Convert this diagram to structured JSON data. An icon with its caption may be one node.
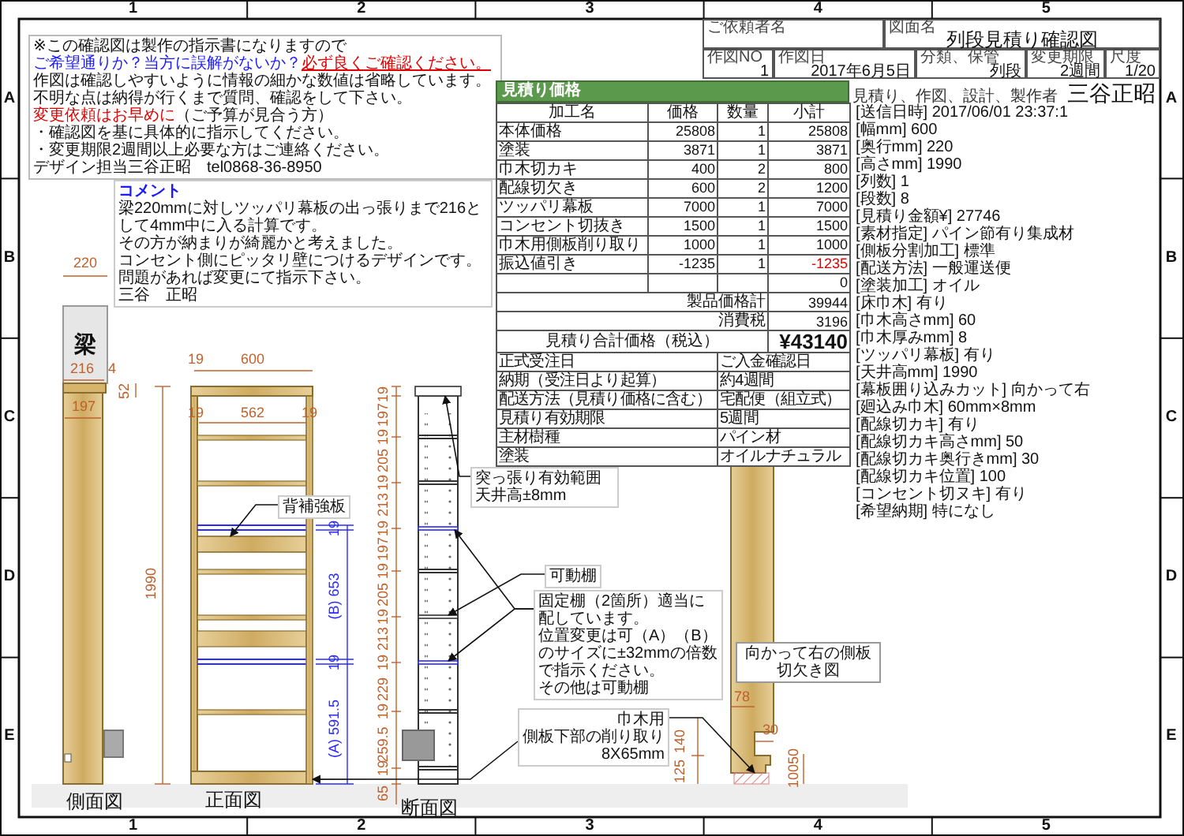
{
  "diagram": {
    "nodes": [
      {
        "text": [
          "突っ張り有効範囲",
          "天井高±8mm"
        ]
      },
      {
        "text": [
          "背補強板"
        ]
      },
      {
        "text": [
          "可動棚"
        ]
      },
      {
        "text": [
          "固定棚（2箇所）適当に配しています。",
          "位置変更は可（A）（B）のサイズに±32mmの倍数で指示ください。",
          "その他は可動棚"
        ]
      },
      {
        "text": [
          "巾木用",
          "側板下部の削り取り",
          "8X65mm"
        ]
      },
      {
        "text": [],
        "shape": "bar"
      },
      {
        "text": [],
        "shape": "bar"
      },
      {
        "text": [],
        "shape": "bar"
      },
      {
        "text": [],
        "shape": "bar"
      },
      {
        "text": [],
        "shape": "bar"
      },
      {
        "text": [],
        "shape": "bar"
      },
      {
        "text": [],
        "shape": "box"
      }
    ],
    "edges": [
      {
        "from": 0,
        "to": 5,
        "arrow": "to"
      },
      {
        "from": 1,
        "to": 6,
        "arrow": "to"
      },
      {
        "from": 2,
        "to": 7,
        "arrow": "to"
      },
      {
        "from": 3,
        "to": 8,
        "arrow": "to"
      },
      {
        "from": 3,
        "to": 9,
        "arrow": "to"
      },
      {
        "from": 4,
        "to": 10,
        "arrow": "to"
      },
      {
        "from": 4,
        "to": 11,
        "arrow": "to"
      }
    ],
    "labels": [
      "1",
      "2",
      "3",
      "4",
      "5",
      "A",
      "B",
      "C",
      "D",
      "E",
      "A",
      "B",
      "C",
      "D",
      "E",
      "1",
      "2",
      "3",
      "4",
      "5",
      "※この確認図は製作の指示書になりますので",
      "ご希望通りか？当方に誤解がないか？",
      "必ず良くご確認ください。",
      "作図は確認しやすいように情報の細かな数値は省略しています。",
      "不明な点は納得が行くまで質問、確認をして下さい。",
      "変更依頼はお早めに",
      "（ご予算が見合う方）",
      "・確認図を基に具体的に指示してください。",
      "・変更期限2週間以上必要な方はご連絡ください。",
      "デザイン担当三谷正昭　tel0868-36-8950",
      "ご依頼者名",
      "図面名",
      "列段見積り確認図",
      "作図NO",
      "1",
      "作図日",
      "2017年6月5日",
      "分類、保管",
      "列段",
      "変更期限",
      "2週間",
      "尺度",
      "1/20",
      "見積り価格",
      "見積り、作図、設計、製作者",
      "三谷正昭",
      "加工名",
      "価格",
      "数量",
      "小計",
      "本体価格",
      "25808",
      "1",
      "25808",
      "塗装",
      "3871",
      "1",
      "3871",
      "巾木切カキ",
      "400",
      "2",
      "800",
      "配線切欠き",
      "600",
      "2",
      "1200",
      "ツッパリ幕板",
      "7000",
      "1",
      "7000",
      "コンセント切抜き",
      "1500",
      "1",
      "1500",
      "巾木用側板削り取り",
      "1000",
      "1",
      "1000",
      "振込値引き",
      "-1235",
      "1",
      "-1235",
      "0",
      "製品価格計",
      "39944",
      "消費税",
      "3196",
      "見積り合計価格（税込）",
      "¥43140",
      "正式受注日",
      "ご入金確認日",
      "納期（受注日より起算）",
      "約4週間",
      "配送方法（見積り価格に含む）",
      "宅配便（組立式）",
      "見積り有効期限",
      "5週間",
      "主材樹種",
      "パイン材",
      "塗装",
      "オイルナチュラル",
      "[送信日時] 2017/06/01 23:37:1",
      "[幅mm] 600",
      "[奥行mm] 220",
      "[高さmm] 1990",
      "[列数] 1",
      "[段数] 8",
      "[見積り金額¥] 27746",
      "[素材指定] パイン節有り集成材",
      "[側板分割加工] 標準",
      "[配送方法] 一般運送便",
      "[塗装加工] オイル",
      "[床巾木] 有り",
      "[巾木高さmm] 60",
      "[巾木厚みmm] 8",
      "[ツッパリ幕板] 有り",
      "[天井高mm] 1990",
      "[幕板囲り込みカット] 向かって右",
      "[廻込み巾木] 60mm×8mm",
      "[配線切カキ] 有り",
      "[配線切カキ高さmm] 50",
      "[配線切カキ奥行きmm] 30",
      "[配線切カキ位置] 100",
      "[コンセント切ヌキ] 有り",
      "[希望納期] 特になし",
      "コメント",
      "梁220mmに対しツッパリ幕板の出っ張りまで216として4mm中に入る計算です。",
      "その方が納まりが綺麗かと考えました。",
      "コンセント側にピッタリ壁につけるデザインです。",
      "問題があれば変更にて指示下さい。",
      "三谷　正昭",
      "220",
      "梁",
      "216",
      "4",
      "197",
      "52",
      "1990",
      "19",
      "600",
      "19",
      "562",
      "19",
      "19",
      "(B) 653",
      "19",
      "(A) 591.5",
      "19",
      "197",
      "19",
      "205",
      "19",
      "213",
      "19",
      "197",
      "19",
      "205",
      "19",
      "213",
      "19",
      "229",
      "19",
      "259.5",
      "19",
      "65",
      "78",
      "30",
      "140",
      "125",
      "10050",
      "向かって右の側板切欠き図",
      "側面図",
      "正面図",
      "断面図"
    ]
  }
}
